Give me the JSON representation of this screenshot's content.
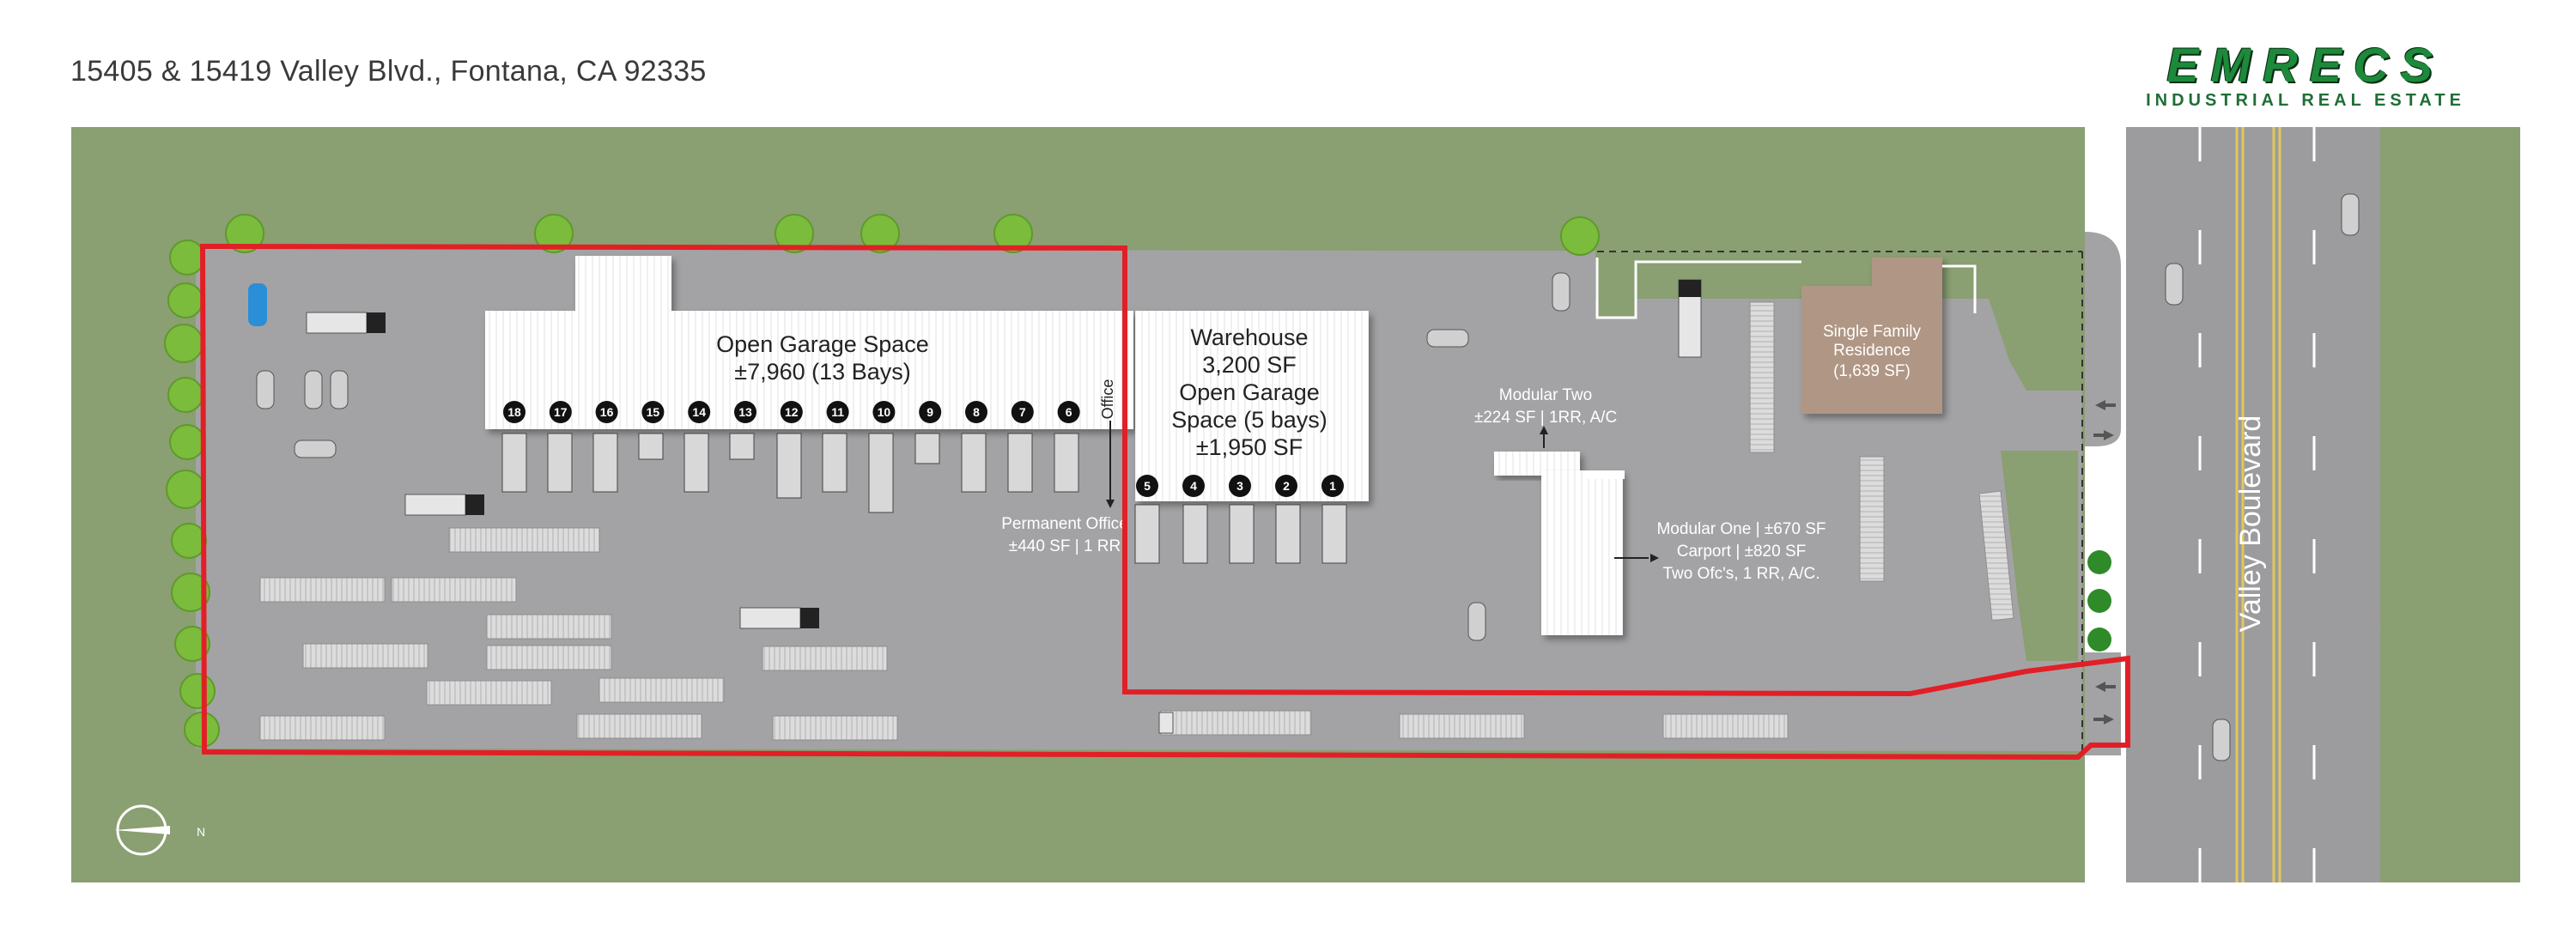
{
  "header": {
    "address": "15405 & 15419 Valley Blvd., Fontana, CA 92335",
    "logo_brand": "EMRECS",
    "logo_subtitle": "INDUSTRIAL REAL ESTATE"
  },
  "buildings": {
    "garage_main": {
      "line1": "Open Garage Space",
      "line2": "±7,960 (13 Bays)"
    },
    "office_tag": "Office",
    "warehouse": {
      "line1": "Warehouse",
      "line2": "3,200 SF",
      "line3": "Open Garage",
      "line4": "Space (5 bays)",
      "line5": "±1,950 SF"
    },
    "permanent_office": {
      "line1": "Permanent Office",
      "line2": "±440 SF  | 1 RR"
    },
    "modular_two": {
      "line1": "Modular Two",
      "line2": "±224 SF | 1RR, A/C"
    },
    "modular_one": {
      "line1": "Modular One | ±670 SF",
      "line2": "Carport  | ±820 SF",
      "line3": "Two Ofc's, 1 RR, A/C."
    },
    "residence": {
      "line1": "Single Family",
      "line2": "Residence",
      "line3": "(1,639 SF)"
    }
  },
  "garage_bays": [
    "18",
    "17",
    "16",
    "15",
    "14",
    "13",
    "12",
    "11",
    "10",
    "9",
    "8",
    "7",
    "6"
  ],
  "warehouse_bays": [
    "5",
    "4",
    "3",
    "2",
    "1"
  ],
  "road": {
    "name": "Valley Boulevard"
  },
  "compass": {
    "label": "N"
  },
  "colors": {
    "grass": "#8a9f72",
    "pavement": "#a3a3a5",
    "road": "#9c9c9e",
    "boundary": "#e21f26",
    "residence": "#b09684",
    "brand": "#1c8a3a"
  }
}
